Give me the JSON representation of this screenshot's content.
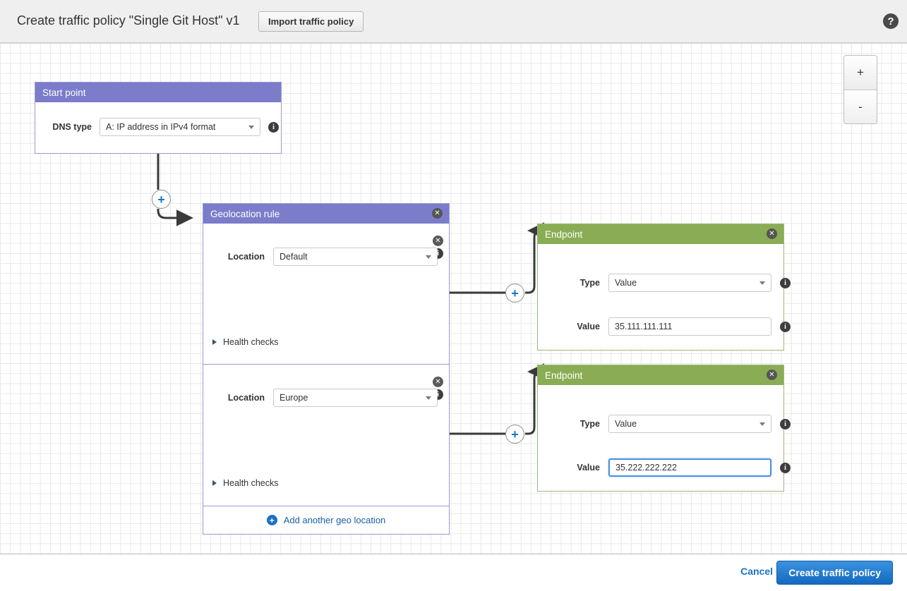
{
  "header": {
    "title": "Create traffic policy \"Single Git Host\" v1",
    "import_button": "Import traffic policy",
    "help_icon": "?"
  },
  "zoom_controls": {
    "in": "+",
    "out": "-"
  },
  "start_point": {
    "title": "Start point",
    "dns_type_label": "DNS type",
    "dns_type_value": "A: IP address in IPv4 format"
  },
  "geolocation_rule": {
    "title": "Geolocation rule",
    "locations": [
      {
        "label": "Location",
        "value": "Default",
        "health_checks_label": "Health checks"
      },
      {
        "label": "Location",
        "value": "Europe",
        "health_checks_label": "Health checks"
      }
    ],
    "add_location_label": "Add another geo location"
  },
  "endpoints": [
    {
      "title": "Endpoint",
      "type_label": "Type",
      "type_value": "Value",
      "value_label": "Value",
      "value": "35.111.111.111",
      "focused": false
    },
    {
      "title": "Endpoint",
      "type_label": "Type",
      "type_value": "Value",
      "value_label": "Value",
      "value": "35.222.222.222",
      "focused": true
    }
  ],
  "connectors": {
    "plus": "+"
  },
  "icons": {
    "close": "✕",
    "info": "i",
    "add": "+"
  },
  "footer": {
    "cancel": "Cancel",
    "submit": "Create traffic policy"
  },
  "colors": {
    "rule_header": "#7b7cca",
    "endpoint_header": "#8aac54",
    "primary_button": "#1369c0",
    "link": "#1a73c4",
    "focus_ring": "#4a90e2"
  }
}
